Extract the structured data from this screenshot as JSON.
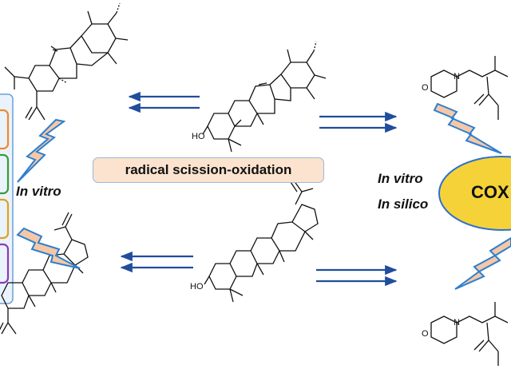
{
  "labels": {
    "in_vitro_left": "In vitro",
    "in_vitro_right": "In vitro",
    "in_silico": "In silico",
    "scission": "radical scission-oxidation",
    "cox": "COX",
    "ho_top": "HO",
    "ho_bottom": "HO",
    "n_top": "N",
    "o_top": "O",
    "n_bottom": "N",
    "o_bottom": "O"
  },
  "colors": {
    "arrow": "#1f4e9c",
    "lightning_fill": "#f6c7a6",
    "lightning_stroke": "#2b7fd0",
    "cox_fill": "#f5d338",
    "cox_stroke": "#2e6fd0",
    "label_box_fill": "#fbe3cf",
    "panel_colors": [
      "#f08a2a",
      "#3a9a3a",
      "#e0a020",
      "#8a3ab8"
    ]
  },
  "icons": [
    "lightning-icon",
    "reaction-arrow-icon"
  ]
}
